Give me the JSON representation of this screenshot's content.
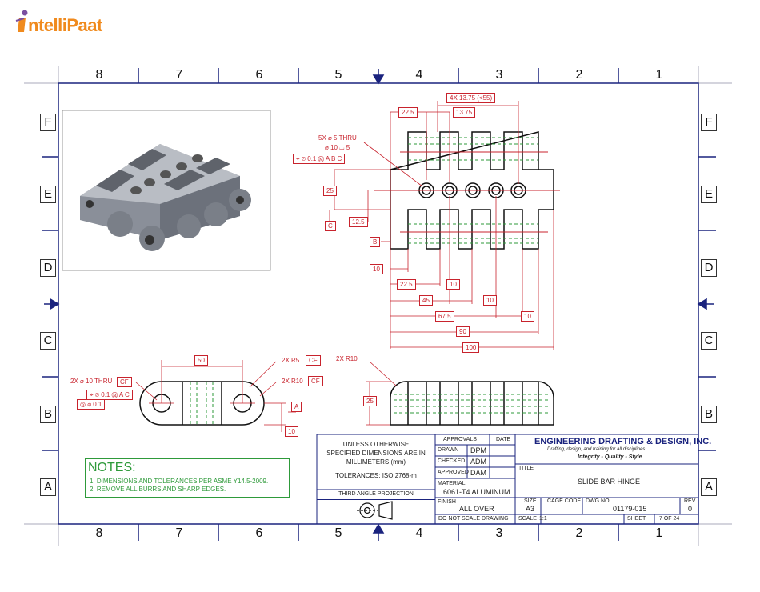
{
  "logo": {
    "text": "ntelliPaat"
  },
  "zones": {
    "columns": [
      "8",
      "7",
      "6",
      "5",
      "4",
      "3",
      "2",
      "1"
    ],
    "rows": [
      "F",
      "E",
      "D",
      "C",
      "B",
      "A"
    ]
  },
  "dimensions": {
    "hole_callout_1": "5X ⌀ 5 THRU",
    "hole_callout_2": "⌀ 10 ⌴ 5",
    "position_fcf": "⌖ ⌀ 0.1 Ⓜ A B C",
    "pitch": "4X 13.75 (<55)",
    "d_22_5_top": "22.5",
    "d_13_75": "13.75",
    "d_25_left": "25",
    "d_12_5": "12.5",
    "datum_c": "C",
    "datum_b": "B",
    "d_10_left": "10",
    "d_22_5": "22.5",
    "d_10_a": "10",
    "d_45": "45",
    "d_10_b": "10",
    "d_67_5": "67.5",
    "d_10_c": "10",
    "d_90": "90",
    "d_100": "100",
    "d_50": "50",
    "r5": "2X R5",
    "r10": "2X R10",
    "r10_side": "2X R10",
    "cf": "CF",
    "hole_10": "2X ⌀ 10 THRU",
    "fcf_a": "⌖ ⌀ 0.1 Ⓜ A C",
    "fcf_b": "◎ ⌀ 0.1",
    "datum_a": "A",
    "d_10_front": "10",
    "d_25_side": "25"
  },
  "notes": {
    "heading": "NOTES:",
    "items": [
      "1.  DIMENSIONS AND TOLERANCES PER ASME Y14.5-2009.",
      "2.  REMOVE ALL BURRS AND SHARP EDGES."
    ]
  },
  "title_block": {
    "unless_line1": "UNLESS OTHERWISE",
    "unless_line2": "SPECIFIED DIMENSIONS ARE IN",
    "unless_line3": "MILLIMETERS (mm)",
    "tolerances": "TOLERANCES: ISO 2768-m",
    "projection": "THIRD ANGLE PROJECTION",
    "approvals_label": "APPROVALS",
    "date_label": "DATE",
    "drawn_label": "DRAWN",
    "drawn_value": "DPM",
    "checked_label": "CHECKED",
    "checked_value": "ADM",
    "approved_label": "APPROVED",
    "approved_value": "DAM",
    "material_label": "MATERIAL",
    "material_value": "6061-T4 ALUMINUM",
    "finish_label": "FINISH",
    "finish_value": "ALL OVER",
    "dnsd": "DO NOT SCALE DRAWING",
    "company": "ENGINEERING DRAFTING & DESIGN, INC.",
    "company_tagline": "Drafting, design, and training for all disciplines.",
    "company_motto": "Integrity - Quality - Style",
    "title_label": "TITLE",
    "title_value": "SLIDE BAR HINGE",
    "size_label": "SIZE",
    "size_value": "A3",
    "cage_label": "CAGE CODE",
    "dwg_label": "DWG NO.",
    "dwg_value": "01179-015",
    "rev_label": "REV",
    "rev_value": "0",
    "scale_label": "SCALE",
    "scale_value": "1:1",
    "sheet_label": "SHEET",
    "sheet_value": "7 OF 24"
  },
  "colors": {
    "dim": "#c8232d",
    "frame": "#1a237e",
    "hidden": "#2e9a3a",
    "notes": "#2e9a3a",
    "logo": "#f08a1d"
  }
}
